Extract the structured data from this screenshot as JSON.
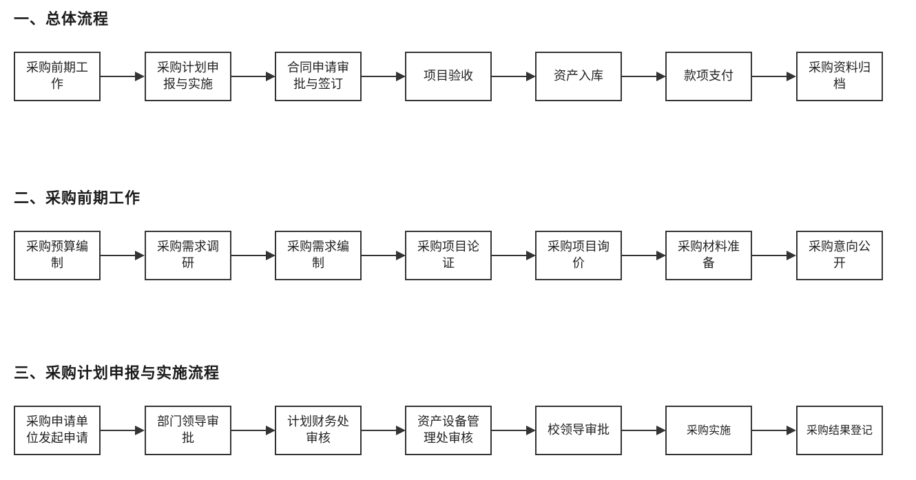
{
  "sections": [
    {
      "title": "一、总体流程",
      "steps": [
        "采购前期工作",
        "采购计划申报与实施",
        "合同申请审批与签订",
        "项目验收",
        "资产入库",
        "款项支付",
        "采购资料归档"
      ]
    },
    {
      "title": "二、采购前期工作",
      "steps": [
        "采购预算编制",
        "采购需求调研",
        "采购需求编制",
        "采购项目论证",
        "采购项目询价",
        "采购材料准备",
        "采购意向公开"
      ]
    },
    {
      "title": "三、采购计划申报与实施流程",
      "steps": [
        "采购申请单位发起申请",
        "部门领导审批",
        "计划财务处审核",
        "资产设备管理处审核",
        "校领导审批",
        "采购实施",
        "采购结果登记"
      ]
    }
  ]
}
